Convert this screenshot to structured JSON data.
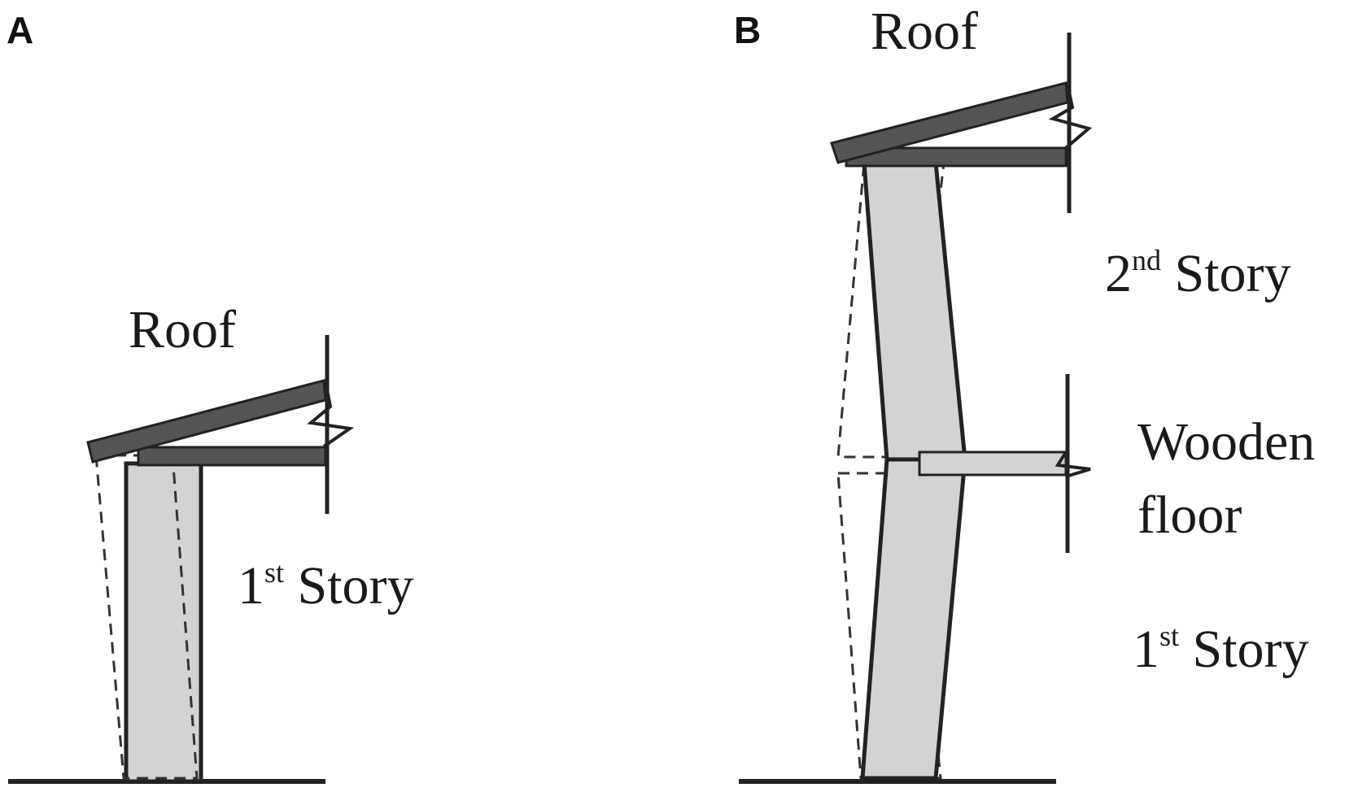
{
  "colors": {
    "wall_fill": "#d3d3d3",
    "roof_fill": "#555555",
    "line": "#222222",
    "dashed": "#333333",
    "floor_fill": "#d3d3d3",
    "background": "#ffffff"
  },
  "panels": {
    "a": {
      "label": "A",
      "roof_label": "Roof",
      "story1": {
        "number": "1",
        "suffix": "st",
        "word": "Story"
      }
    },
    "b": {
      "label": "B",
      "roof_label": "Roof",
      "story2": {
        "number": "2",
        "suffix": "nd",
        "word": "Story"
      },
      "floor_label_line1": "Wooden",
      "floor_label_line2": "floor",
      "story1": {
        "number": "1",
        "suffix": "st",
        "word": "Story"
      }
    }
  }
}
